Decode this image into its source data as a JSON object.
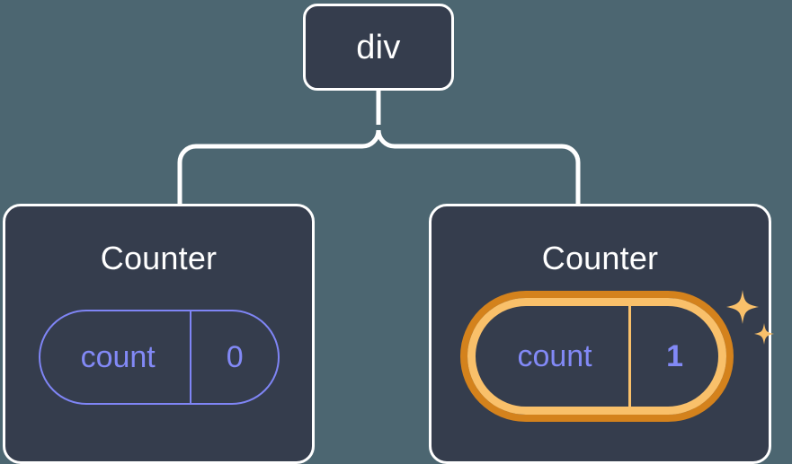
{
  "diagram": {
    "type": "component-tree",
    "background_color": "#4c6671",
    "node_fill_color": "#353d4d",
    "node_border_color": "#ffffff",
    "state_color": "#8289f6",
    "highlight_color_inner": "#f9c06a",
    "highlight_color_outer": "#d4821c",
    "root": {
      "label": "div"
    },
    "children": [
      {
        "title": "Counter",
        "state": {
          "key": "count",
          "value": "0"
        },
        "highlighted": false,
        "sparkles": false
      },
      {
        "title": "Counter",
        "state": {
          "key": "count",
          "value": "1"
        },
        "highlighted": true,
        "sparkles": true
      }
    ]
  }
}
